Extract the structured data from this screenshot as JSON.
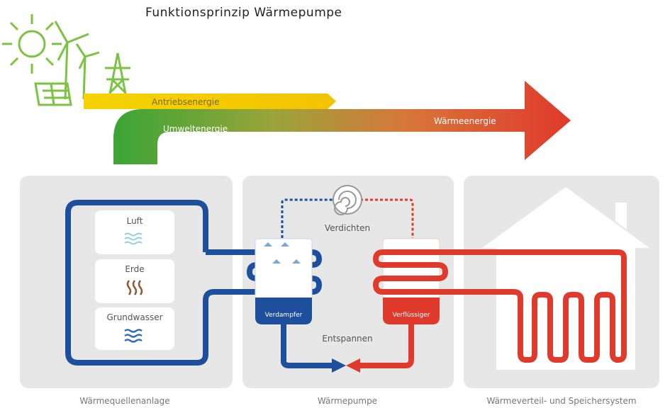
{
  "title": "Funktionsprinzip Wärmepumpe",
  "flow": {
    "drive_energy": "Antriebsenergie",
    "ambient_energy": "Umweltenergie",
    "heat_energy": "Wärmeenergie"
  },
  "source": {
    "items": [
      "Luft",
      "Erde",
      "Grundwasser"
    ],
    "caption": "Wärmequellenanlage"
  },
  "heatpump": {
    "compress": "Verdichten",
    "expand": "Entspannen",
    "evaporator": "Verdampfer",
    "condenser": "Verflüssiger",
    "caption": "Wärmepumpe"
  },
  "distribution": {
    "caption": "Wärmeverteil- und Speichersystem"
  },
  "colors": {
    "green": "#3aa535",
    "yellow": "#f5d300",
    "red": "#e03a2c",
    "blue": "#1d4f9c",
    "panel": "#e6e6e6"
  }
}
